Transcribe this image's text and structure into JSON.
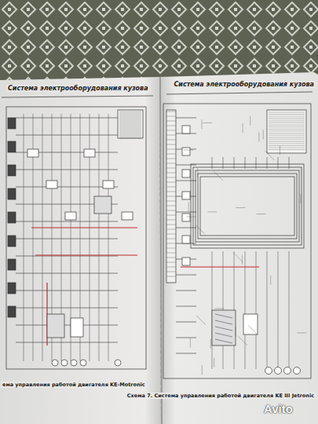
{
  "diagram": {
    "labels": [
      "Система электрооборудования кузова",
      "Система электрооборудования кузова",
      "ема управления работой двигателя KE-Motronic",
      "Схема 7. Система управления работой двигателя KE III Jetronic",
      "Avito"
    ]
  }
}
